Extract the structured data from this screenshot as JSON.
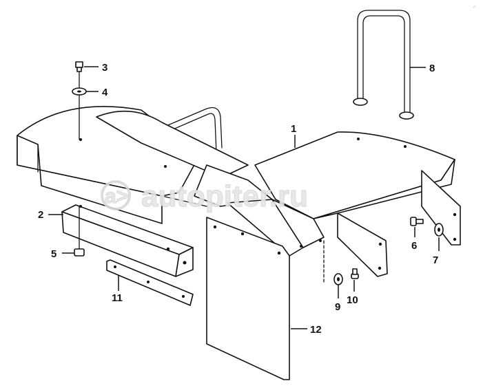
{
  "watermark": {
    "text": "autopiter.ru",
    "logo_glyph": "a>"
  },
  "callouts": {
    "c1": "1",
    "c2": "2",
    "c3": "3",
    "c4": "4",
    "c5": "5",
    "c6": "6",
    "c7": "7",
    "c8": "8",
    "c9": "9",
    "c10": "10",
    "c11": "11",
    "c12": "12"
  },
  "colors": {
    "line": "#111111",
    "background": "#ffffff",
    "watermark": "#e6e6e6"
  }
}
